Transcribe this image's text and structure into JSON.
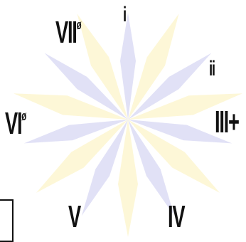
{
  "diagram": {
    "labels": {
      "vii_numeral": "VII",
      "vii_symbol": "ø",
      "i": "i",
      "ii": "ii",
      "vi_numeral": "VI",
      "vi_symbol": "ø",
      "iii_numeral": "III",
      "iii_symbol": "+",
      "v": "V",
      "iv": "IV"
    },
    "colors": {
      "lavender": "#dcdcf4",
      "cream": "#fdf6d0",
      "text": "#111111"
    }
  }
}
